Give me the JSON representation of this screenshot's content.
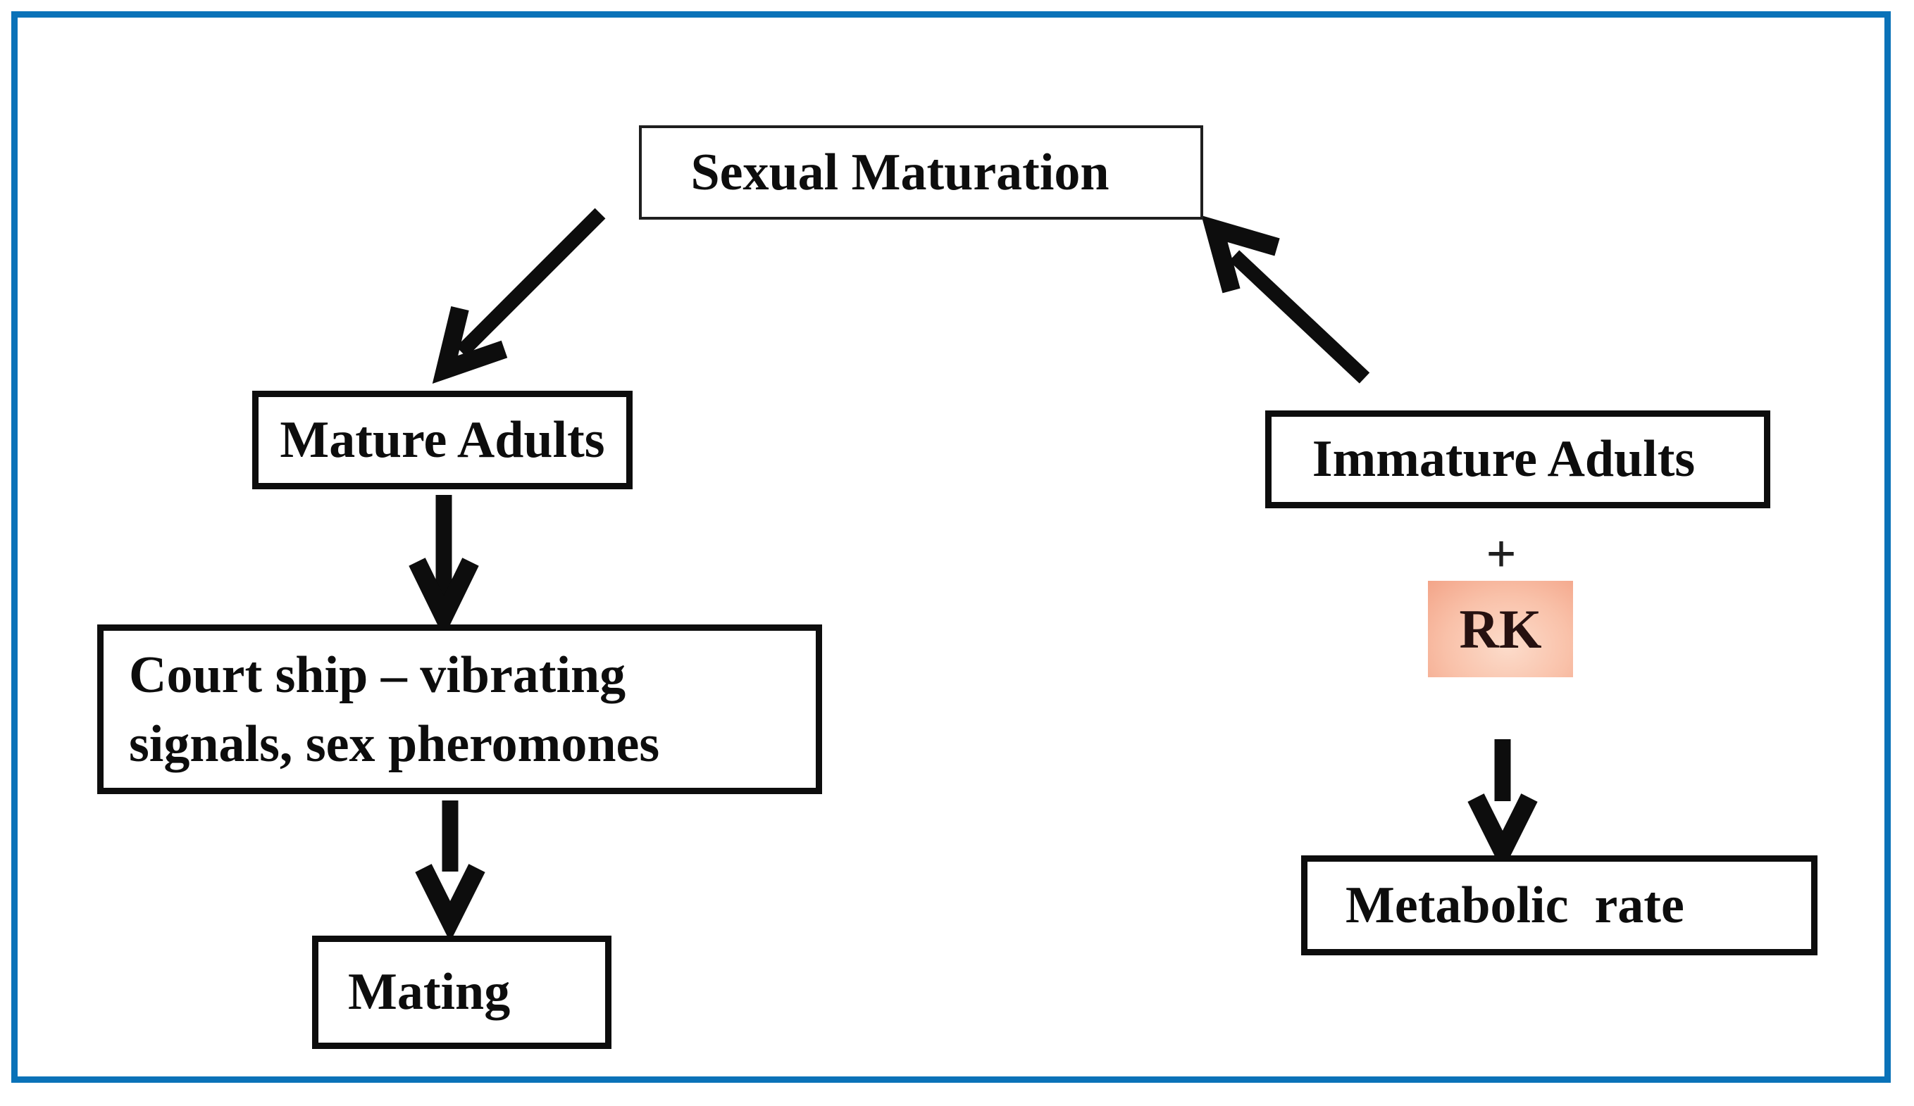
{
  "figure": {
    "type": "flow-diagram",
    "frame_border_color": "#0a72b8",
    "background_color": "#ffffff",
    "node_border_color": "#0d0d0d",
    "text_color": "#0d0d0d"
  },
  "nodes": {
    "sexual_maturation": {
      "label": "Sexual Maturation"
    },
    "mature_adults": {
      "label": "Mature Adults"
    },
    "courtship": {
      "label": "Court ship – vibrating\nsignals, sex pheromones"
    },
    "mating": {
      "label": "Mating"
    },
    "immature_adults": {
      "label": "Immature Adults"
    },
    "plus_sign": {
      "label": "+"
    },
    "rk": {
      "label": "RK",
      "bg_center_color": "#fcdccb",
      "bg_edge_color": "#f3a488",
      "text_color": "#261110"
    },
    "metabolic_rate": {
      "label": "Metabolic  rate"
    }
  },
  "edges": [
    {
      "id": "sexual-to-mature",
      "from": "sexual_maturation",
      "to": "mature_adults",
      "direction": "down-left"
    },
    {
      "id": "mature-to-courtship",
      "from": "mature_adults",
      "to": "courtship",
      "direction": "down"
    },
    {
      "id": "courtship-to-mating",
      "from": "courtship",
      "to": "mating",
      "direction": "down"
    },
    {
      "id": "immature-to-sexual",
      "from": "immature_adults",
      "to": "sexual_maturation",
      "direction": "up-left"
    },
    {
      "id": "rk-to-metabolic",
      "from": "rk",
      "to": "metabolic_rate",
      "direction": "down"
    }
  ]
}
